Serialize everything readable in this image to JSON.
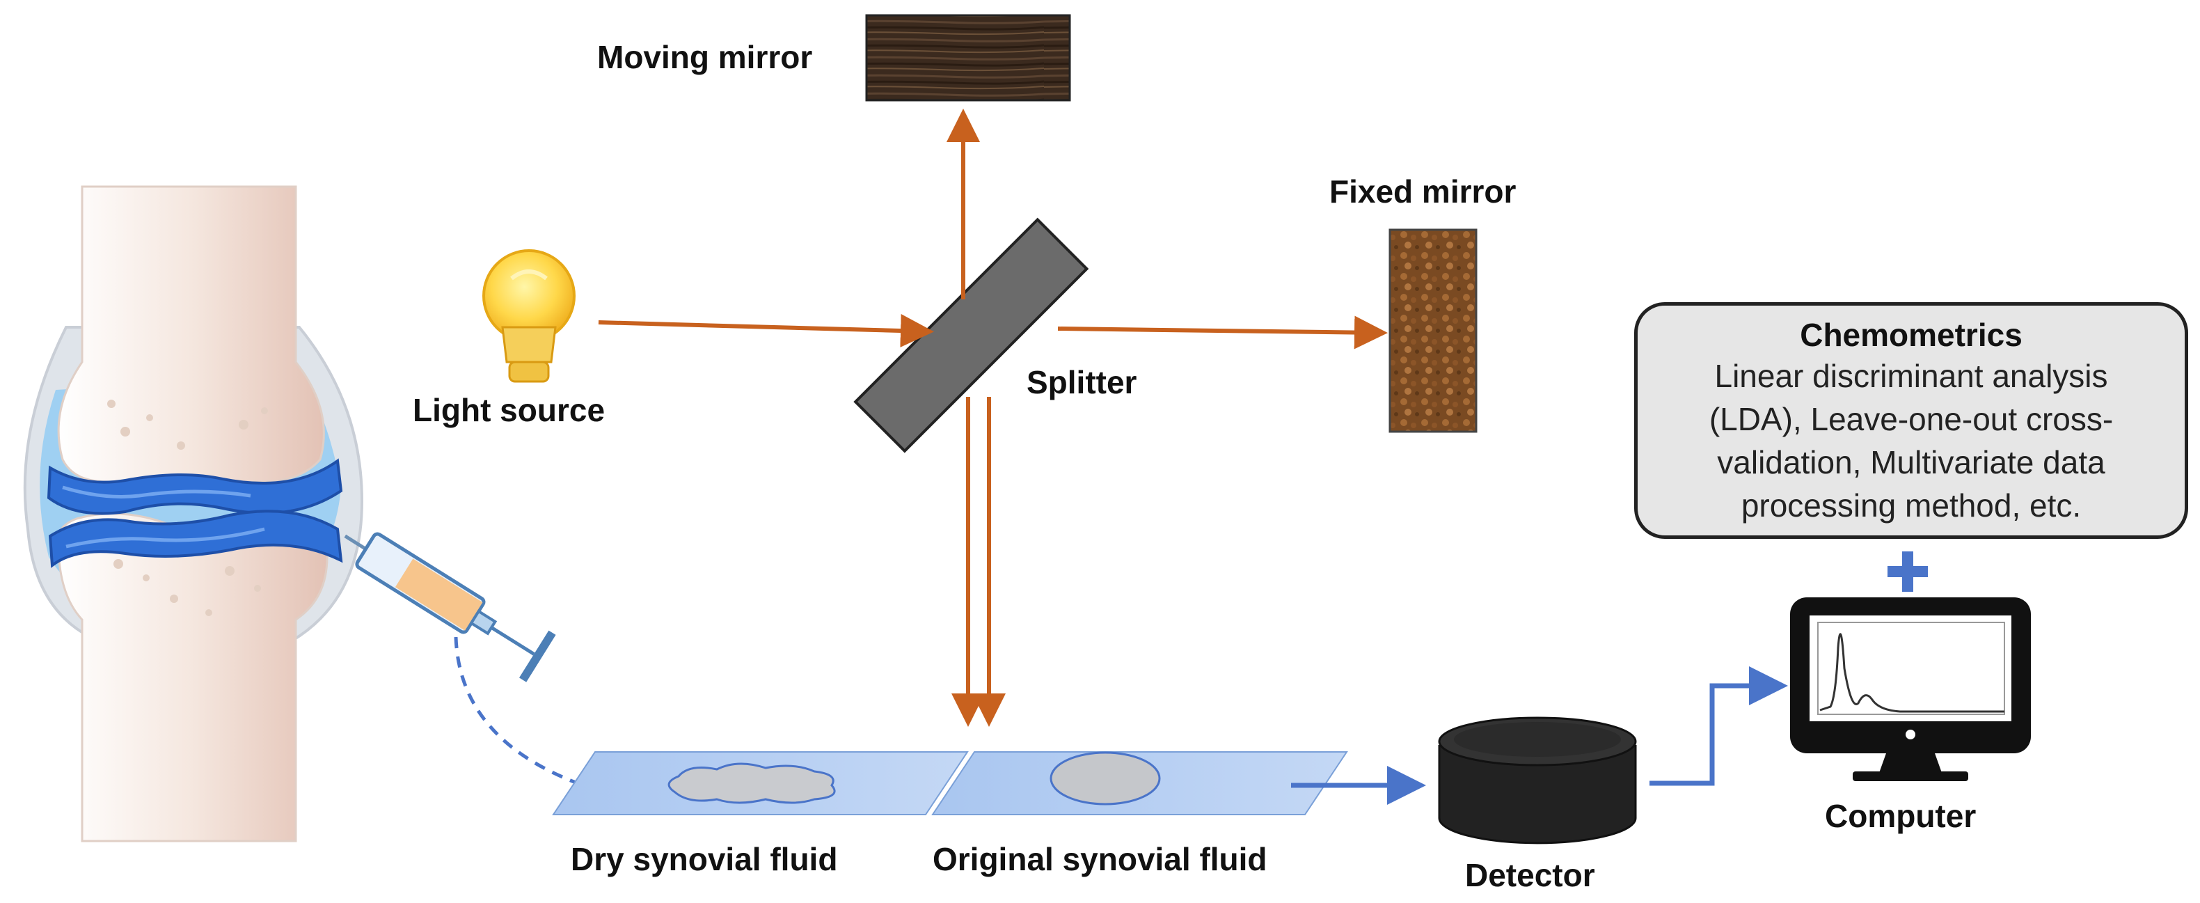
{
  "labels": {
    "moving_mirror": "Moving mirror",
    "fixed_mirror": "Fixed mirror",
    "light_source": "Light source",
    "splitter": "Splitter",
    "dry_fluid": "Dry synovial fluid",
    "original_fluid": "Original synovial fluid",
    "detector": "Detector",
    "computer": "Computer"
  },
  "chemometrics": {
    "title": "Chemometrics",
    "lines": [
      "Linear discriminant analysis",
      "(LDA), Leave-one-out cross-",
      "validation, Multivariate data",
      "processing method, etc."
    ]
  },
  "colors": {
    "beam": "#c8611e",
    "signal": "#4a74c9",
    "cartilage": "#2f6fd6",
    "bone": "#f2e4dc",
    "splitter": "#6b6b6b"
  }
}
